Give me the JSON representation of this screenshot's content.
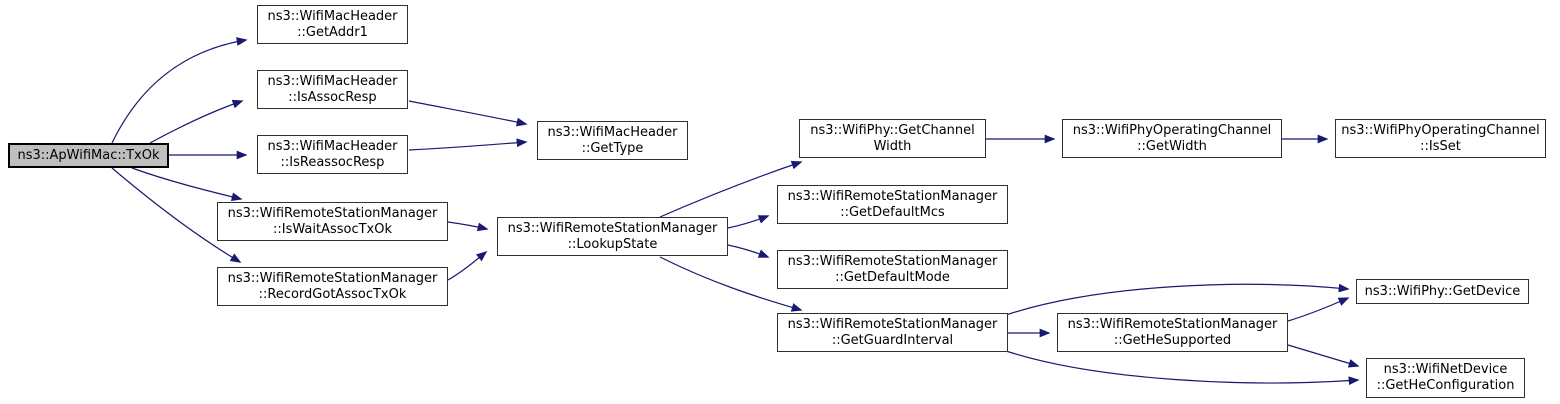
{
  "diagram": {
    "type": "call-graph",
    "root_function": "ns3::ApWifiMac::TxOk",
    "colors": {
      "edge": "#191970",
      "node_border": "#303030",
      "node_fill": "#ffffff",
      "highlight_fill": "#bfbfbf",
      "text": "#000000",
      "background": "#ffffff"
    },
    "nodes": {
      "txok": {
        "label": "ns3::ApWifiMac::TxOk"
      },
      "getaddr1": {
        "label": "ns3::WifiMacHeader\n::GetAddr1"
      },
      "isassocresp": {
        "label": "ns3::WifiMacHeader\n::IsAssocResp"
      },
      "isreassocresp": {
        "label": "ns3::WifiMacHeader\n::IsReassocResp"
      },
      "iswaitassoctxok": {
        "label": "ns3::WifiRemoteStationManager\n::IsWaitAssocTxOk"
      },
      "recordgotassoctxok": {
        "label": "ns3::WifiRemoteStationManager\n::RecordGotAssocTxOk"
      },
      "gettype": {
        "label": "ns3::WifiMacHeader\n::GetType"
      },
      "lookupstate": {
        "label": "ns3::WifiRemoteStationManager\n::LookupState"
      },
      "getchannelwidth": {
        "label": "ns3::WifiPhy::GetChannel\nWidth"
      },
      "getdefaultmcs": {
        "label": "ns3::WifiRemoteStationManager\n::GetDefaultMcs"
      },
      "getdefaultmode": {
        "label": "ns3::WifiRemoteStationManager\n::GetDefaultMode"
      },
      "getguardinterval": {
        "label": "ns3::WifiRemoteStationManager\n::GetGuardInterval"
      },
      "getwidth": {
        "label": "ns3::WifiPhyOperatingChannel\n::GetWidth"
      },
      "isset": {
        "label": "ns3::WifiPhyOperatingChannel\n::IsSet"
      },
      "getdevice": {
        "label": "ns3::WifiPhy::GetDevice"
      },
      "gethesupported": {
        "label": "ns3::WifiRemoteStationManager\n::GetHeSupported"
      },
      "getheconfiguration": {
        "label": "ns3::WifiNetDevice\n::GetHeConfiguration"
      }
    },
    "edges": [
      {
        "from": "txok",
        "to": "getaddr1"
      },
      {
        "from": "txok",
        "to": "isassocresp"
      },
      {
        "from": "txok",
        "to": "isreassocresp"
      },
      {
        "from": "txok",
        "to": "iswaitassoctxok"
      },
      {
        "from": "txok",
        "to": "recordgotassoctxok"
      },
      {
        "from": "isassocresp",
        "to": "gettype"
      },
      {
        "from": "isreassocresp",
        "to": "gettype"
      },
      {
        "from": "iswaitassoctxok",
        "to": "lookupstate"
      },
      {
        "from": "recordgotassoctxok",
        "to": "lookupstate"
      },
      {
        "from": "lookupstate",
        "to": "getchannelwidth"
      },
      {
        "from": "lookupstate",
        "to": "getdefaultmcs"
      },
      {
        "from": "lookupstate",
        "to": "getdefaultmode"
      },
      {
        "from": "lookupstate",
        "to": "getguardinterval"
      },
      {
        "from": "getchannelwidth",
        "to": "getwidth"
      },
      {
        "from": "getwidth",
        "to": "isset"
      },
      {
        "from": "getguardinterval",
        "to": "gethesupported"
      },
      {
        "from": "getguardinterval",
        "to": "getdevice"
      },
      {
        "from": "getguardinterval",
        "to": "getheconfiguration"
      },
      {
        "from": "gethesupported",
        "to": "getdevice"
      },
      {
        "from": "gethesupported",
        "to": "getheconfiguration"
      }
    ]
  }
}
